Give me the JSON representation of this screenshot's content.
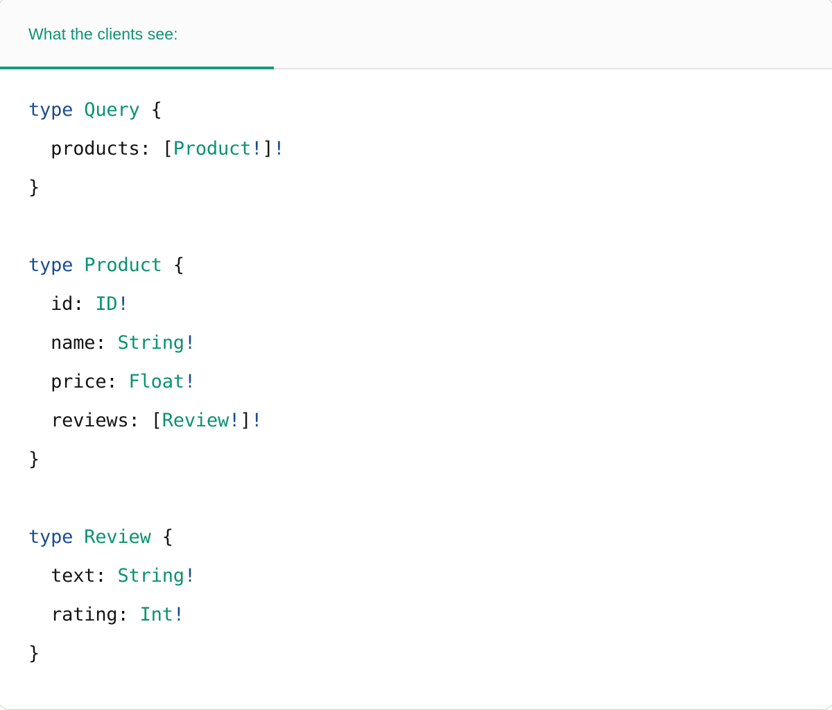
{
  "card": {
    "border_color": "#b7dac6",
    "background": "#ffffff"
  },
  "header": {
    "tab_label": "What the clients see:",
    "tab_text_color": "#0d9375",
    "underline_color": "#0f9d78",
    "strip_background": "#fbfbfb",
    "divider_color": "#e4e4e4"
  },
  "syntax_colors": {
    "keyword": "#1a4d8f",
    "type": "#0a9272",
    "field": "#141414",
    "punctuation": "#141414",
    "non_null": "#1a4d8f"
  },
  "code": {
    "language": "graphql",
    "plain_text": "type Query {\n  products: [Product!]!\n}\n\ntype Product {\n  id: ID!\n  name: String!\n  price: Float!\n  reviews: [Review!]!\n}\n\ntype Review {\n  text: String!\n  rating: Int!\n}",
    "lines": [
      [
        {
          "t": "type",
          "c": "kw"
        },
        {
          "t": " ",
          "c": "punc"
        },
        {
          "t": "Query",
          "c": "type"
        },
        {
          "t": " ",
          "c": "punc"
        },
        {
          "t": "{",
          "c": "punc"
        }
      ],
      [
        {
          "t": "  ",
          "c": "punc"
        },
        {
          "t": "products",
          "c": "name"
        },
        {
          "t": ": ",
          "c": "punc"
        },
        {
          "t": "[",
          "c": "punc"
        },
        {
          "t": "Product",
          "c": "type"
        },
        {
          "t": "!",
          "c": "bang"
        },
        {
          "t": "]",
          "c": "punc"
        },
        {
          "t": "!",
          "c": "bang"
        }
      ],
      [
        {
          "t": "}",
          "c": "punc"
        }
      ],
      [],
      [
        {
          "t": "type",
          "c": "kw"
        },
        {
          "t": " ",
          "c": "punc"
        },
        {
          "t": "Product",
          "c": "type"
        },
        {
          "t": " ",
          "c": "punc"
        },
        {
          "t": "{",
          "c": "punc"
        }
      ],
      [
        {
          "t": "  ",
          "c": "punc"
        },
        {
          "t": "id",
          "c": "name"
        },
        {
          "t": ": ",
          "c": "punc"
        },
        {
          "t": "ID",
          "c": "type"
        },
        {
          "t": "!",
          "c": "bang"
        }
      ],
      [
        {
          "t": "  ",
          "c": "punc"
        },
        {
          "t": "name",
          "c": "name"
        },
        {
          "t": ": ",
          "c": "punc"
        },
        {
          "t": "String",
          "c": "type"
        },
        {
          "t": "!",
          "c": "bang"
        }
      ],
      [
        {
          "t": "  ",
          "c": "punc"
        },
        {
          "t": "price",
          "c": "name"
        },
        {
          "t": ": ",
          "c": "punc"
        },
        {
          "t": "Float",
          "c": "type"
        },
        {
          "t": "!",
          "c": "bang"
        }
      ],
      [
        {
          "t": "  ",
          "c": "punc"
        },
        {
          "t": "reviews",
          "c": "name"
        },
        {
          "t": ": ",
          "c": "punc"
        },
        {
          "t": "[",
          "c": "punc"
        },
        {
          "t": "Review",
          "c": "type"
        },
        {
          "t": "!",
          "c": "bang"
        },
        {
          "t": "]",
          "c": "punc"
        },
        {
          "t": "!",
          "c": "bang"
        }
      ],
      [
        {
          "t": "}",
          "c": "punc"
        }
      ],
      [],
      [
        {
          "t": "type",
          "c": "kw"
        },
        {
          "t": " ",
          "c": "punc"
        },
        {
          "t": "Review",
          "c": "type"
        },
        {
          "t": " ",
          "c": "punc"
        },
        {
          "t": "{",
          "c": "punc"
        }
      ],
      [
        {
          "t": "  ",
          "c": "punc"
        },
        {
          "t": "text",
          "c": "name"
        },
        {
          "t": ": ",
          "c": "punc"
        },
        {
          "t": "String",
          "c": "type"
        },
        {
          "t": "!",
          "c": "bang"
        }
      ],
      [
        {
          "t": "  ",
          "c": "punc"
        },
        {
          "t": "rating",
          "c": "name"
        },
        {
          "t": ": ",
          "c": "punc"
        },
        {
          "t": "Int",
          "c": "type"
        },
        {
          "t": "!",
          "c": "bang"
        }
      ],
      [
        {
          "t": "}",
          "c": "punc"
        }
      ]
    ]
  }
}
